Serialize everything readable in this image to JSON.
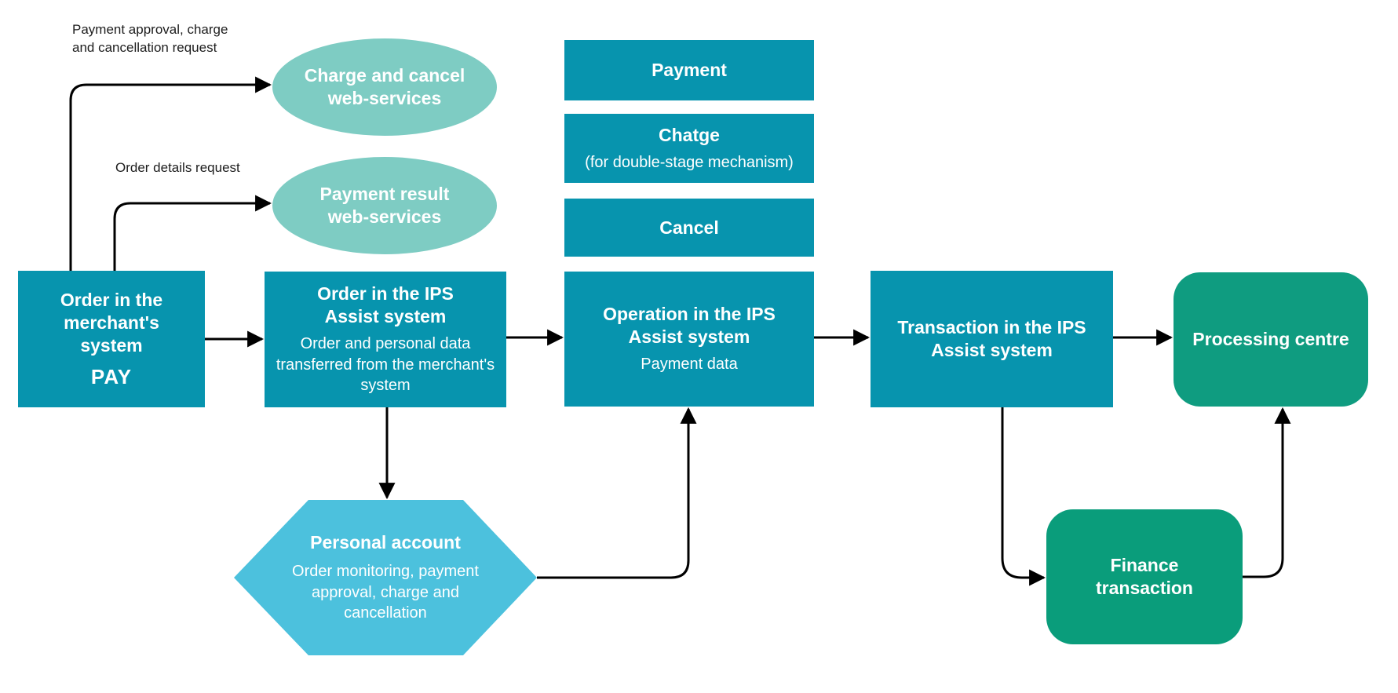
{
  "colors": {
    "background": "#ffffff",
    "teal": "#0794ae",
    "seafoam": "#7eccc3",
    "light_blue": "#4cc1dd",
    "green_processing": "#0f9c80",
    "green_finance": "#0a9d7b",
    "arrow": "#000000",
    "annotation_text": "#1d1d1d",
    "node_text": "#ffffff"
  },
  "annotations": {
    "charge_request": "Payment approval, charge\nand cancellation request",
    "order_details": "Order details request"
  },
  "nodes": {
    "merchant": {
      "title": "Order in the\nmerchant's\nsystem",
      "badge": "PAY"
    },
    "order_ips": {
      "title": "Order in the IPS\nAssist system",
      "subtitle": "Order and personal data\ntransferred from the merchant's\nsystem"
    },
    "operation_ips": {
      "title": "Operation in the IPS\nAssist system",
      "subtitle": "Payment data"
    },
    "transaction_ips": {
      "title": "Transaction in the IPS\nAssist system"
    },
    "processing": {
      "title": "Processing centre"
    },
    "payment_op": {
      "title": "Payment"
    },
    "charge_op": {
      "title": "Chatge",
      "subtitle": "(for double-stage mechanism)"
    },
    "cancel_op": {
      "title": "Cancel"
    },
    "charge_ws": {
      "title": "Charge and cancel\nweb-services"
    },
    "payment_ws": {
      "title": "Payment result\nweb-services"
    },
    "personal": {
      "title": "Personal account",
      "subtitle": "Order monitoring, payment\napproval, charge and\ncancellation"
    },
    "finance": {
      "title": "Finance\ntransaction"
    }
  }
}
